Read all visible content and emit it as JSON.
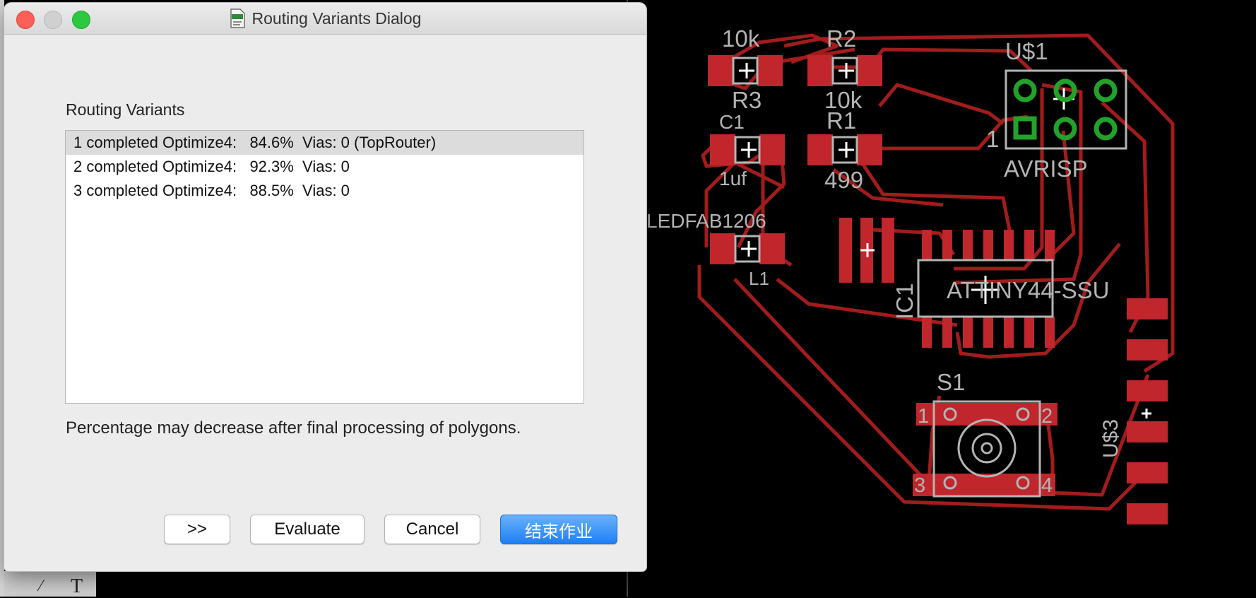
{
  "dialog": {
    "title": "Routing Variants Dialog",
    "section_label": "Routing Variants",
    "variants": [
      "1 completed Optimize4:   84.6%  Vias: 0 (TopRouter)",
      "2 completed Optimize4:   92.3%  Vias: 0",
      "3 completed Optimize4:   88.5%  Vias: 0"
    ],
    "selected_index": 0,
    "note": "Percentage may decrease after final processing of polygons.",
    "buttons": {
      "more": ">>",
      "evaluate": "Evaluate",
      "cancel": "Cancel",
      "finish": "结束作业"
    }
  },
  "board": {
    "labels": {
      "r3_value": "10k",
      "r3_name": "R3",
      "r2_name": "R2",
      "r2_value": "10k",
      "r1_name": "R1",
      "r1_value": "499",
      "c1_name": "C1",
      "c1_value": "1uf",
      "led_name": "LEDFAB1206",
      "led_ref": "L1",
      "header_name": "U$1",
      "header_value": "AVRISP",
      "header_pin": "1",
      "ic_name": "ATTINY44-SSU",
      "ic_ref": "IC1",
      "switch_name": "S1",
      "pin1": "1",
      "pin2": "2",
      "pin3": "3",
      "pin4": "4",
      "connector_name": "U$3"
    }
  },
  "colors": {
    "trace": "#a21c1c",
    "pad": "#c0262c",
    "silkscreen": "#b4b4b4",
    "via_green": "#22a22a",
    "primary_button": "#1e7ff5"
  }
}
